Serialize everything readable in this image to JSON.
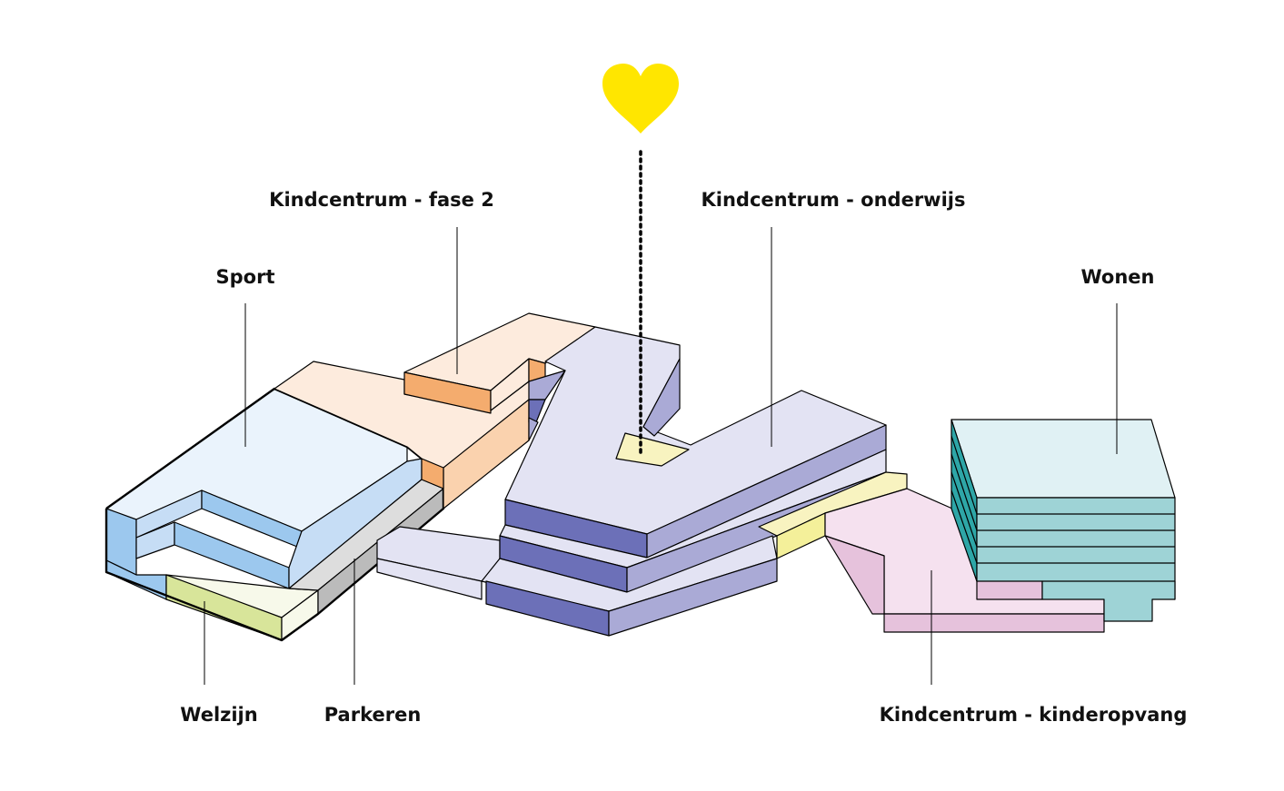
{
  "labels": {
    "sport": "Sport",
    "fase2": "Kindcentrum - fase 2",
    "onderwijs": "Kindcentrum - onderwijs",
    "wonen": "Wonen",
    "welzijn": "Welzijn",
    "parkeren": "Parkeren",
    "kinderopvang": "Kindcentrum - kinderopvang"
  },
  "icons": {
    "heart": "heart-icon"
  },
  "colors": {
    "heart": "#FFE600",
    "outline": "#000000",
    "sport_top": "#EAF3FC",
    "sport_side": "#9CC8EE",
    "sport_mid": "#C6DDF5",
    "welzijn_top": "#F7F9EA",
    "welzijn_side": "#D8E59A",
    "parkeren_top": "#DDDDDD",
    "parkeren_side": "#BBBBBB",
    "fase2_top": "#FDEBDD",
    "fase2_side": "#F4AC6E",
    "fase2_mid": "#FAD2AE",
    "onderwijs_top": "#E3E3F3",
    "onderwijs_mid": "#AAAAD6",
    "onderwijs_dark": "#6C70B8",
    "courtyard": "#F8F3C0",
    "connector_yellow": "#F4F09A",
    "kinderopvang_top": "#F5E1EF",
    "kinderopvang_side": "#E6C2DC",
    "wonen_top": "#E0F1F4",
    "wonen_side": "#9ED3D6",
    "wonen_dark": "#2EA6A7"
  }
}
